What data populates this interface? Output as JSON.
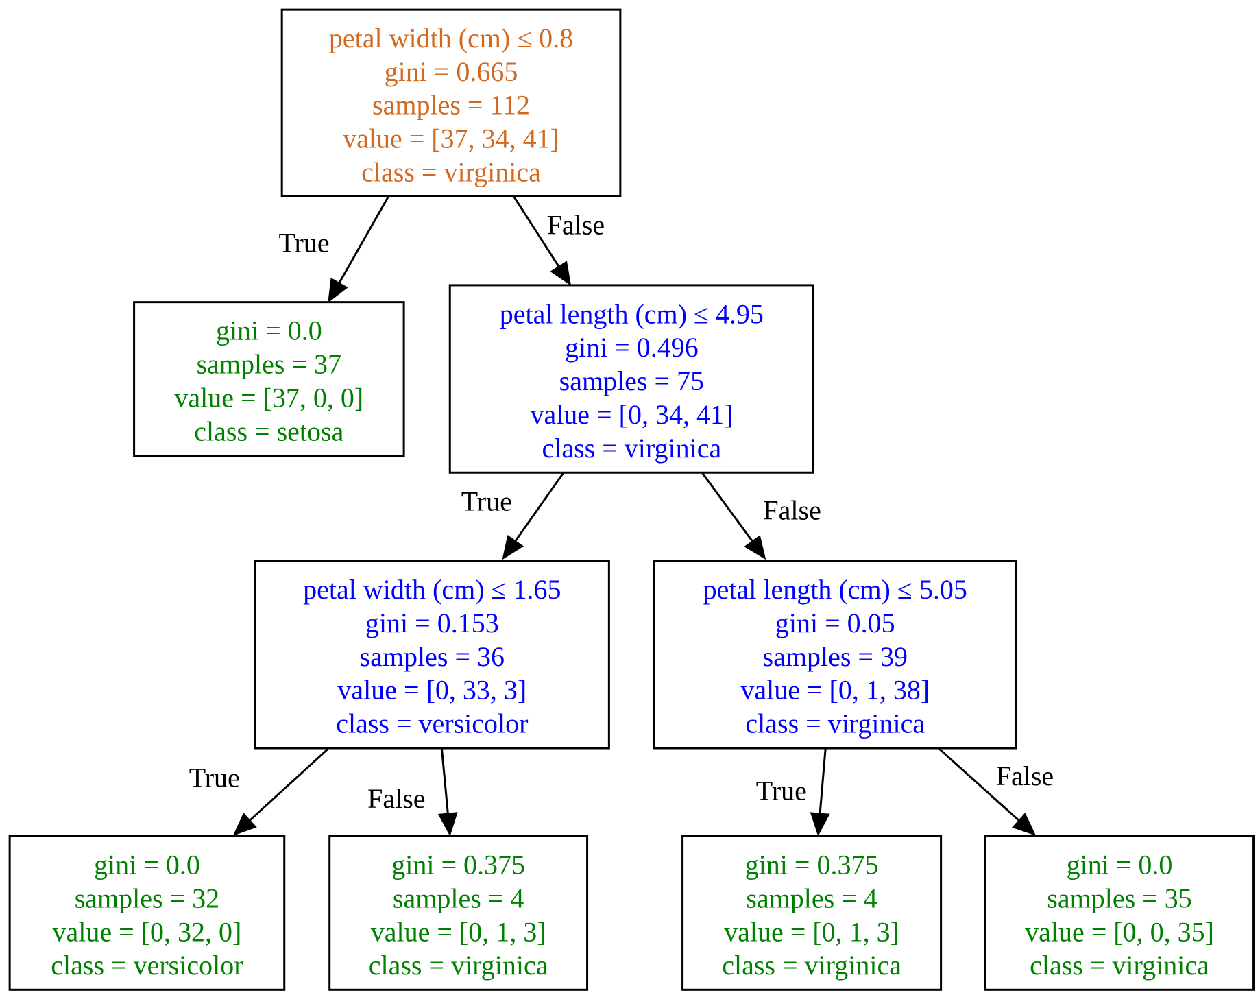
{
  "colors": {
    "root": "#d2691e",
    "internal": "#0000ff",
    "leaf": "#008000",
    "edge": "#000000"
  },
  "nodes": {
    "root": {
      "role": "root",
      "lines": [
        "petal width (cm) ≤ 0.8",
        "gini = 0.665",
        "samples = 112",
        "value = [37, 34, 41]",
        "class = virginica"
      ]
    },
    "setosa_leaf": {
      "role": "leaf",
      "lines": [
        "gini = 0.0",
        "samples = 37",
        "value = [37, 0, 0]",
        "class = setosa"
      ]
    },
    "split_length_495": {
      "role": "internal",
      "lines": [
        "petal length (cm) ≤ 4.95",
        "gini = 0.496",
        "samples = 75",
        "value = [0, 34, 41]",
        "class = virginica"
      ]
    },
    "split_width_165": {
      "role": "internal",
      "lines": [
        "petal width (cm) ≤ 1.65",
        "gini = 0.153",
        "samples = 36",
        "value = [0, 33, 3]",
        "class = versicolor"
      ]
    },
    "split_length_505": {
      "role": "internal",
      "lines": [
        "petal length (cm) ≤ 5.05",
        "gini = 0.05",
        "samples = 39",
        "value = [0, 1, 38]",
        "class = virginica"
      ]
    },
    "leaf_versicolor_32": {
      "role": "leaf",
      "lines": [
        "gini = 0.0",
        "samples = 32",
        "value = [0, 32, 0]",
        "class = versicolor"
      ]
    },
    "leaf_virginica_4a": {
      "role": "leaf",
      "lines": [
        "gini = 0.375",
        "samples = 4",
        "value = [0, 1, 3]",
        "class = virginica"
      ]
    },
    "leaf_virginica_4b": {
      "role": "leaf",
      "lines": [
        "gini = 0.375",
        "samples = 4",
        "value = [0, 1, 3]",
        "class = virginica"
      ]
    },
    "leaf_virginica_35": {
      "role": "leaf",
      "lines": [
        "gini = 0.0",
        "samples = 35",
        "value = [0, 0, 35]",
        "class = virginica"
      ]
    }
  },
  "edges": [
    {
      "from": "root",
      "to": "setosa_leaf",
      "label": "True"
    },
    {
      "from": "root",
      "to": "split_length_495",
      "label": "False"
    },
    {
      "from": "split_length_495",
      "to": "split_width_165",
      "label": "True"
    },
    {
      "from": "split_length_495",
      "to": "split_length_505",
      "label": "False"
    },
    {
      "from": "split_width_165",
      "to": "leaf_versicolor_32",
      "label": "True"
    },
    {
      "from": "split_width_165",
      "to": "leaf_virginica_4a",
      "label": "False"
    },
    {
      "from": "split_length_505",
      "to": "leaf_virginica_4b",
      "label": "True"
    },
    {
      "from": "split_length_505",
      "to": "leaf_virginica_35",
      "label": "False"
    }
  ]
}
